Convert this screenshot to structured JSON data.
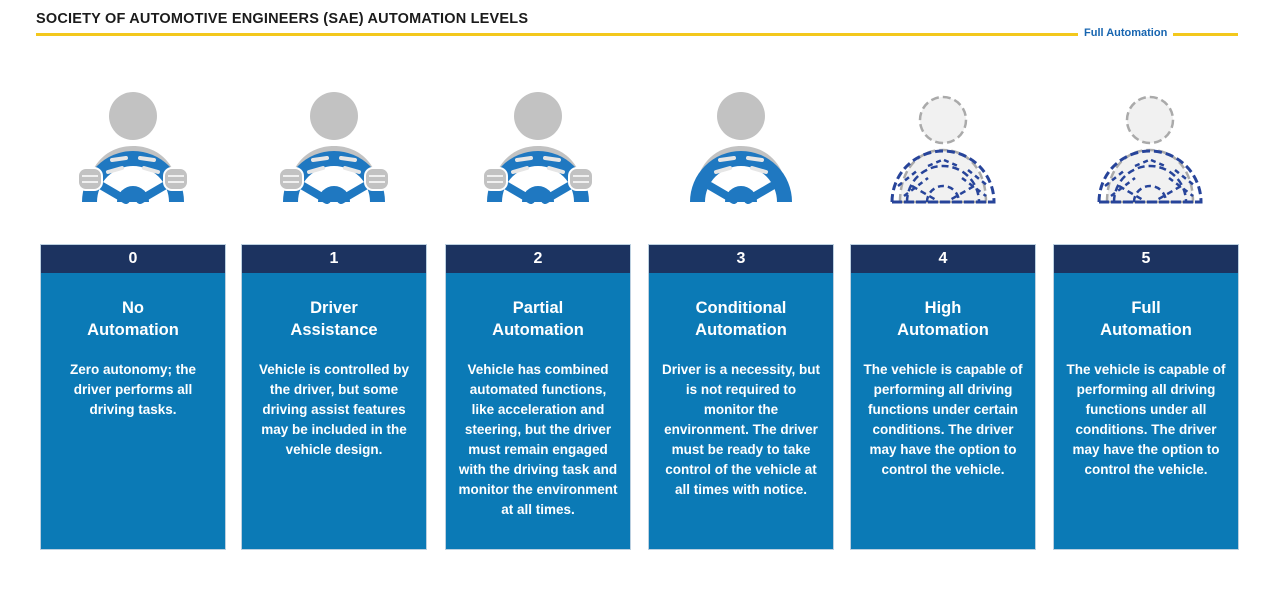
{
  "title": "SOCIETY OF AUTOMOTIVE ENGINEERS (SAE) AUTOMATION LEVELS",
  "full_automation_label": "Full Automation",
  "colors": {
    "accent_line": "#f3c81c",
    "header_bar": "#1c3360",
    "panel": "#0b7ab6",
    "wheel": "#1f78c1",
    "driver": "#c2c2c2",
    "label_blue": "#1765b0"
  },
  "levels": [
    {
      "number": "0",
      "name_line1": "No",
      "name_line2": "Automation",
      "description": "Zero autonomy; the driver performs all driving tasks.",
      "icon": "driver-holding-wheel-icon"
    },
    {
      "number": "1",
      "name_line1": "Driver",
      "name_line2": "Assistance",
      "description": "Vehicle is controlled by the driver, but some driving assist features may be included in the vehicle design.",
      "icon": "driver-holding-wheel-icon"
    },
    {
      "number": "2",
      "name_line1": "Partial",
      "name_line2": "Automation",
      "description": "Vehicle has combined automated functions, like acceleration and steering, but the driver must remain engaged with the driving task and monitor the environment at all times.",
      "icon": "driver-holding-wheel-icon"
    },
    {
      "number": "3",
      "name_line1": "Conditional",
      "name_line2": "Automation",
      "description": "Driver is a necessity, but is not required to monitor the environment. The driver must be ready to take control of the vehicle at all times with notice.",
      "icon": "driver-hands-off-wheel-icon"
    },
    {
      "number": "4",
      "name_line1": "High",
      "name_line2": "Automation",
      "description": "The vehicle is capable of performing all driving functions under certain conditions. The driver may have the option to control the vehicle.",
      "icon": "optional-driver-dashed-icon"
    },
    {
      "number": "5",
      "name_line1": "Full",
      "name_line2": "Automation",
      "description": "The vehicle is capable of performing all driving functions under all conditions. The driver may have the option to control the vehicle.",
      "icon": "optional-driver-dashed-icon"
    }
  ]
}
